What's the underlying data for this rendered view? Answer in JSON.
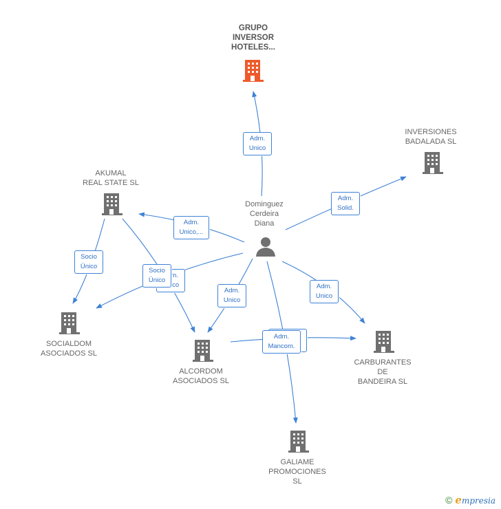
{
  "colors": {
    "edge": "#3d82d6",
    "building": "#707070",
    "highlight": "#ee5a2a",
    "person": "#707070"
  },
  "nodes": {
    "grupo": {
      "label": "GRUPO\nINVERSOR\nHOTELES...",
      "type": "company-highlight"
    },
    "inversiones": {
      "label": "INVERSIONES\nBADALADA SL",
      "type": "company"
    },
    "akumal": {
      "label": "AKUMAL\nREAL STATE SL",
      "type": "company"
    },
    "person": {
      "label": "Dominguez\nCerdeira\nDiana",
      "type": "person"
    },
    "socialdom": {
      "label": "SOCIALDOM\nASOCIADOS SL",
      "type": "company"
    },
    "alcordom": {
      "label": "ALCORDOM\nASOCIADOS SL",
      "type": "company"
    },
    "carburantes": {
      "label": "CARBURANTES\nDE\nBANDEIRA SL",
      "type": "company"
    },
    "galiame": {
      "label": "GALIAME\nPROMOCIONES\nSL",
      "type": "company"
    }
  },
  "edges": {
    "e1": "Adm.\nUnico",
    "e2": "Adm.\nSolid.",
    "e3": "Adm.\nUnico,...",
    "e4": "Socio\nÚnico",
    "e5": "Adm.\nUnico",
    "e6": "Socio\nÚnico",
    "e7": "Adm.\nUnico",
    "e8": "Adm.\nUnico",
    "e9": "Adm.\nMancom.",
    "e10": "Adm.\nMancom."
  },
  "brand": {
    "copyright": "©",
    "initial": "e",
    "name": "mpresia"
  }
}
